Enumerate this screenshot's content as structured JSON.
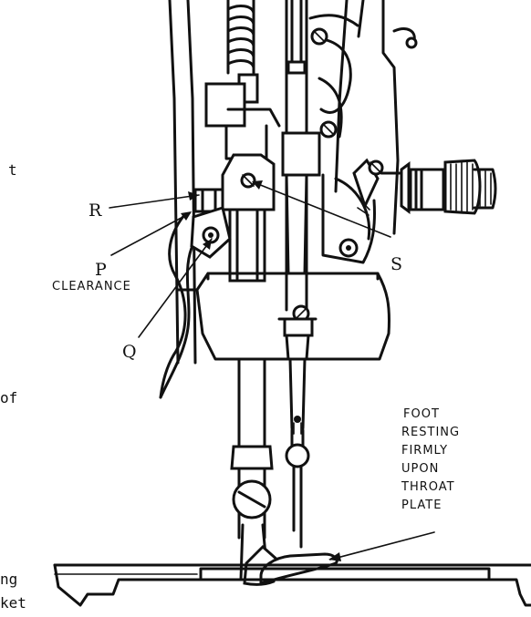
{
  "labels": {
    "r": "R",
    "p": "P",
    "q": "Q",
    "s": "S",
    "clearance": "CLEARANCE",
    "foot_note": [
      "FOOT",
      "RESTING",
      "FIRMLY",
      "UPON",
      "THROAT",
      "PLATE"
    ]
  },
  "edge_text": {
    "line1": "t",
    "line2": "of",
    "line3": "ng",
    "line4": "ket"
  }
}
